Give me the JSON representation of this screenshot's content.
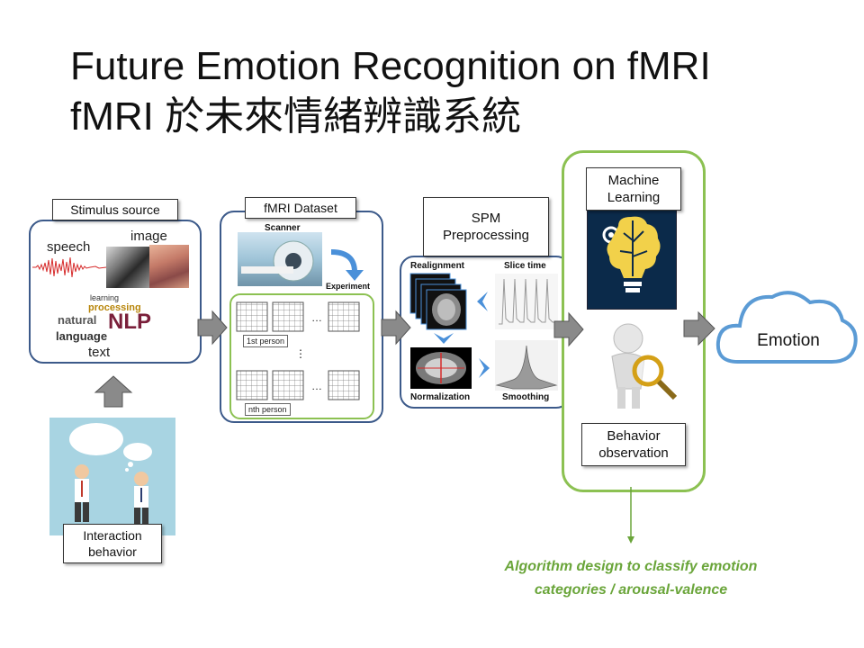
{
  "title": {
    "line1": "Future Emotion Recognition on fMRI",
    "line2": "fMRI 於未來情緒辨識系統"
  },
  "stimulus": {
    "label": "Stimulus source",
    "speech": "speech",
    "image": "image",
    "text": "text",
    "cloud_words": [
      "learning",
      "processing",
      "natural",
      "NLP",
      "language"
    ]
  },
  "interaction": {
    "label_line1": "Interaction",
    "label_line2": "behavior"
  },
  "dataset": {
    "label": "fMRI Dataset",
    "scanner": "Scanner",
    "experiment": "Experiment",
    "first_person": "1st person",
    "nth_person": "nth person",
    "ellipsis": "…",
    "vdots": "⋮"
  },
  "spm": {
    "label_line1": "SPM",
    "label_line2": "Preprocessing",
    "realignment": "Realignment",
    "slice_time": "Slice time",
    "normalization": "Normalization",
    "smoothing": "Smoothing"
  },
  "ml": {
    "label_line1": "Machine",
    "label_line2": "Learning"
  },
  "behavior": {
    "label_line1": "Behavior",
    "label_line2": "observation"
  },
  "emotion": "Emotion",
  "caption": {
    "line1": "Algorithm design to classify emotion",
    "line2": "categories  / arousal-valence"
  },
  "colors": {
    "panel_border": "#3c5a8a",
    "green": "#8cc152",
    "caption_green": "#6aa53a",
    "cloud_blue": "#5b9bd5",
    "ml_bg": "#0b2a4a",
    "brain_yellow": "#f2d14a",
    "chevron_blue": "#4a90d9"
  }
}
